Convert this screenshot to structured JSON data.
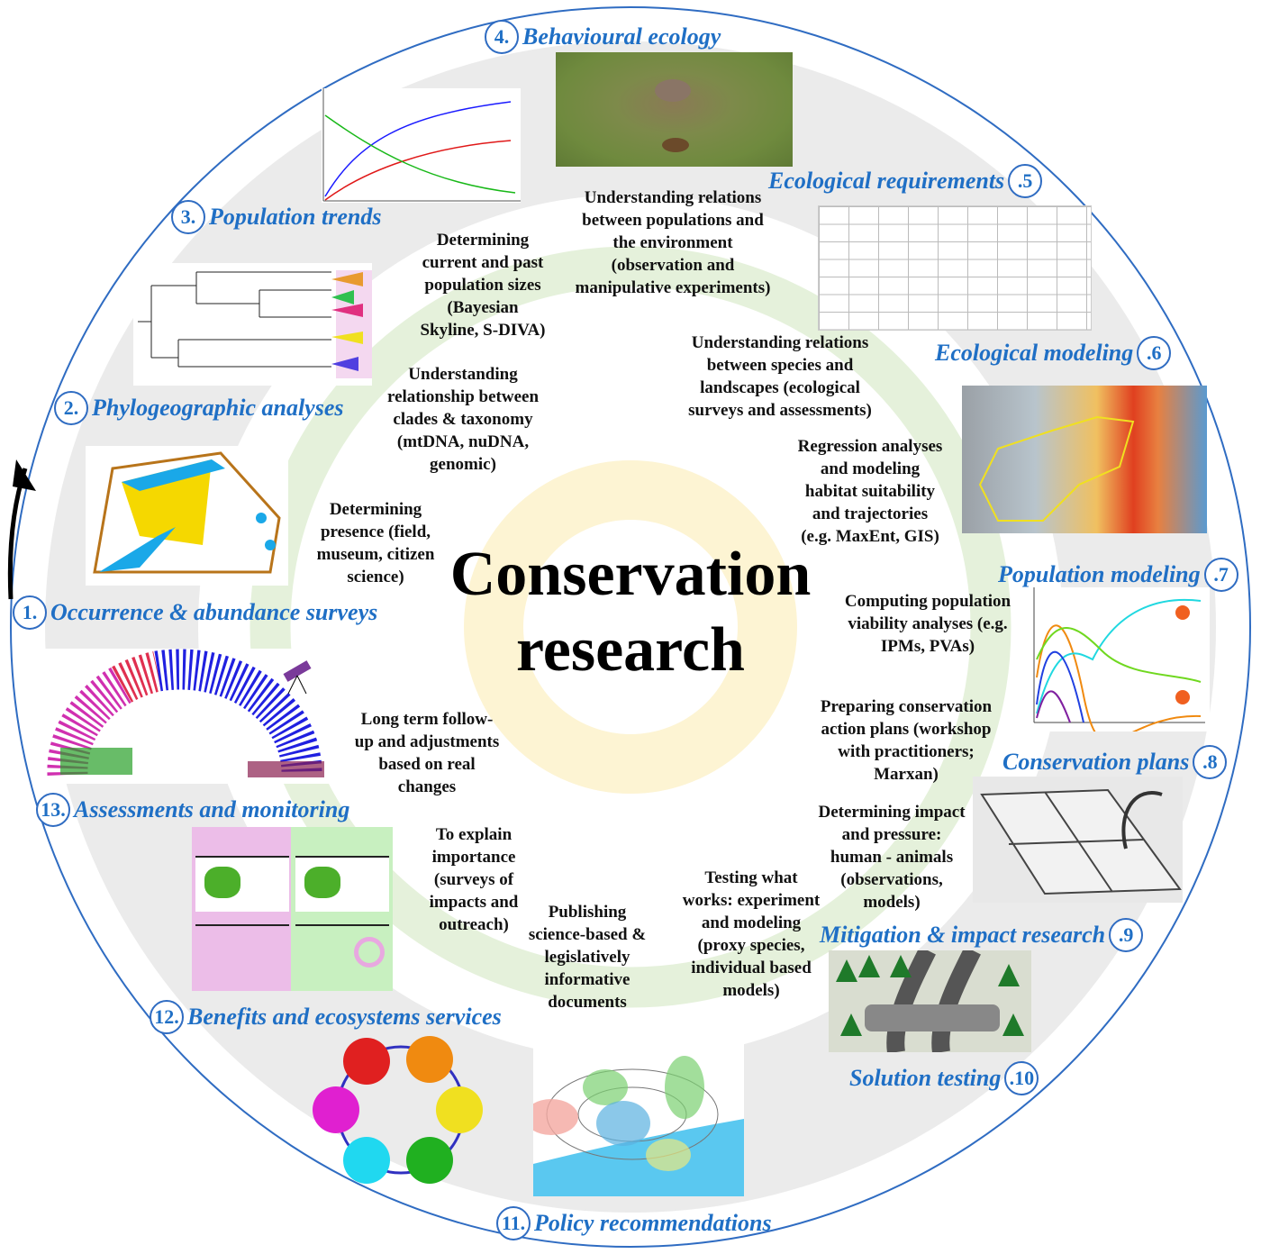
{
  "title": {
    "line1": "Conservation",
    "line2": "research"
  },
  "stages": [
    {
      "num": "1.",
      "label": "Occurrence & abundance surveys"
    },
    {
      "num": "2.",
      "label": "Phylogeographic analyses"
    },
    {
      "num": "3.",
      "label": "Population trends"
    },
    {
      "num": "4.",
      "label": "Behavioural ecology"
    },
    {
      "num": ".5",
      "label": "Ecological requirements"
    },
    {
      "num": ".6",
      "label": "Ecological modeling"
    },
    {
      "num": ".7",
      "label": "Population modeling"
    },
    {
      "num": ".8",
      "label": "Conservation plans"
    },
    {
      "num": ".9",
      "label": "Mitigation & impact research"
    },
    {
      "num": ".10",
      "label": "Solution testing"
    },
    {
      "num": "11.",
      "label": "Policy recommendations"
    },
    {
      "num": "12.",
      "label": "Benefits and ecosystems services"
    },
    {
      "num": "13.",
      "label": "Assessments and monitoring"
    }
  ],
  "descriptions": {
    "pop_sizes": "Determining\ncurrent and past\npopulation sizes\n(Bayesian\nSkyline, S-DIVA)",
    "pop_env": "Understanding relations\nbetween populations and\nthe environment\n(observation and\nmanipulative experiments)",
    "clades": "Understanding\nrelationship between\nclades & taxonomy\n(mtDNA, nuDNA,\ngenomic)",
    "landscapes": "Understanding relations\nbetween species and\nlandscapes (ecological\nsurveys and assessments)",
    "regression": "Regression analyses\nand modeling\nhabitat suitability\nand trajectories\n(e.g. MaxEnt, GIS)",
    "presence": "Determining\npresence (field,\nmuseum, citizen\nscience)",
    "pva": "Computing population\nviability analyses (e.g.\nIPMs, PVAs)",
    "followup": "Long term follow-\nup and adjustments\nbased on real\nchanges",
    "action_plans": "Preparing conservation\naction plans (workshop\nwith practitioners;\nMarxan)",
    "impact": "Determining impact\nand pressure:\nhuman - animals\n(observations,\nmodels)",
    "explain": "To explain\nimportance\n(surveys of\nimpacts and\noutreach)",
    "testing": "Testing what\nworks: experiment\nand modeling\n(proxy species,\nindividual based\nmodels)",
    "publishing": "Publishing\nscience-based &\nlegislatively\ninformative\ndocuments"
  },
  "colors": {
    "label": "#1f6fc5",
    "ring_grey": "#ebebeb",
    "ring_green": "#e5f1db",
    "ring_yellow": "#fdf4d3",
    "border": "#2f6cc2"
  }
}
